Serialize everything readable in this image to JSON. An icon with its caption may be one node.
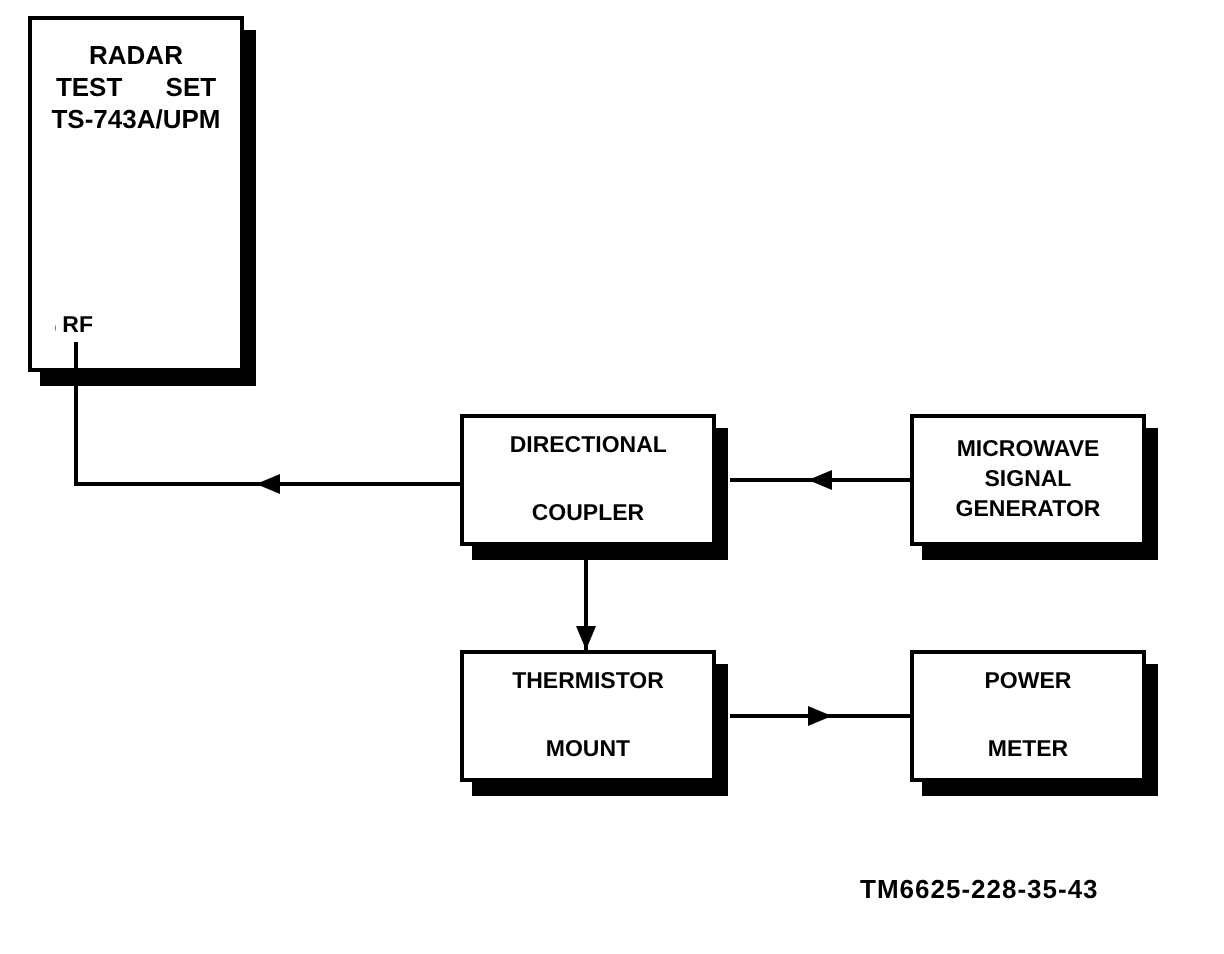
{
  "diagram": {
    "nodes": [
      {
        "text": [
          "RADAR TEST SET TS-743A/UPM"
        ]
      },
      {
        "text": [
          "RF"
        ],
        "in": 0
      },
      {
        "text": [
          "DIRECTIONAL COUPLER"
        ]
      },
      {
        "text": [
          "MICROWAVE SIGNAL GENERATOR"
        ]
      },
      {
        "text": [
          "THERMISTOR MOUNT"
        ]
      },
      {
        "text": [
          "POWER METER"
        ]
      }
    ],
    "edges": [
      {
        "from": 2,
        "to": 1,
        "arrow": "to"
      },
      {
        "from": 3,
        "to": 2,
        "arrow": "to"
      },
      {
        "from": 2,
        "to": 4,
        "arrow": "to"
      },
      {
        "from": 4,
        "to": 5,
        "arrow": "to"
      }
    ],
    "labels": [
      "TM6625-228-35-43"
    ]
  }
}
